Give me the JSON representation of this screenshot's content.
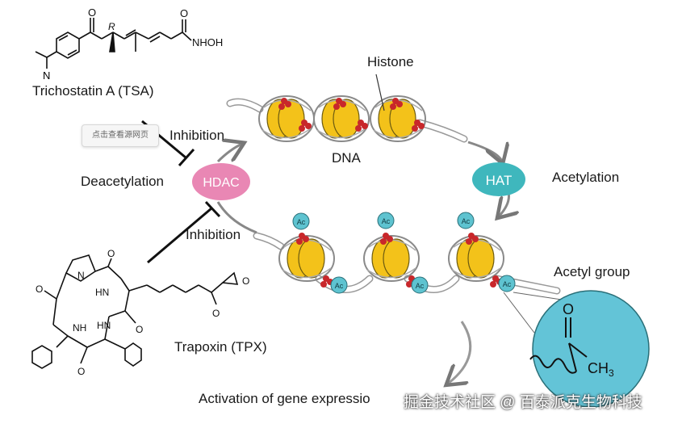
{
  "labels": {
    "tsa": "Trichostatin A (TSA)",
    "histone": "Histone",
    "dna": "DNA",
    "hat": "HAT",
    "acetylation": "Acetylation",
    "hdac": "HDAC",
    "deacetylation": "Deacetylation",
    "inhibition_top": "Inhibition",
    "inhibition_bottom": "Inhibition",
    "acetyl_group": "Acetyl group",
    "tpx": "Trapoxin (TPX)",
    "activation": "Activation of gene expressio"
  },
  "chemistry": {
    "tsa_oxygen": "O",
    "tsa_hydroxamate": "NHOH",
    "tsa_stereo": "R",
    "tsa_amine": "N",
    "tpx_oxygens": [
      "O",
      "O",
      "O",
      "O",
      "O"
    ],
    "tpx_n": [
      "N",
      "HN",
      "NH",
      "HN"
    ],
    "acetyl_o": "O",
    "acetyl_ch": "CH",
    "acetyl_sub": "3"
  },
  "ac_badge": "Ac",
  "tooltip": "点击查看源网页",
  "watermark": "掘金技术社区 @ 百泰派克生物科技",
  "colors": {
    "hdac": "#e987b4",
    "hat": "#3fb7bd",
    "histone": "#f3c21a",
    "ac": "#5ec3d0",
    "acetyl_circle": "#63c4d7",
    "red": "#c8272b"
  }
}
